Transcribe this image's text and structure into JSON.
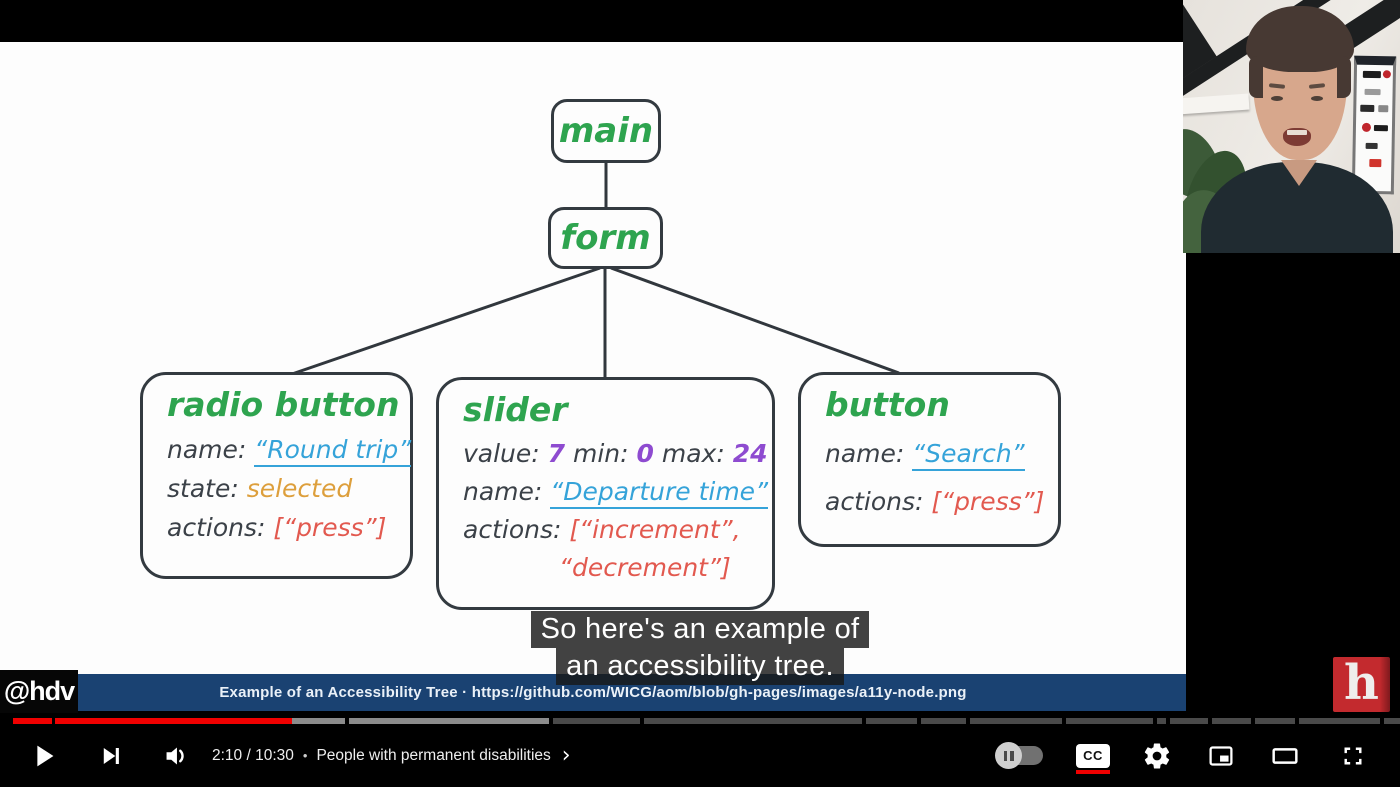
{
  "player": {
    "captions": [
      "So here's an example of",
      "an accessibility tree."
    ],
    "time_display": "2:10 / 10:30",
    "separator": "•",
    "chapter_title": "People with permanent disabilities",
    "chapter_chevron": "›",
    "cc_label": "CC",
    "progress": {
      "played_end": 292,
      "buffered_end": 549,
      "segments": [
        [
          13,
          52
        ],
        [
          55,
          345
        ],
        [
          349,
          549
        ],
        [
          553,
          640
        ],
        [
          644,
          862
        ],
        [
          866,
          917
        ],
        [
          921,
          966
        ],
        [
          970,
          1062
        ],
        [
          1066,
          1153
        ],
        [
          1157,
          1166
        ],
        [
          1170,
          1208
        ],
        [
          1212,
          1251
        ],
        [
          1255,
          1295
        ],
        [
          1299,
          1380
        ],
        [
          1384,
          1400
        ]
      ]
    }
  },
  "slide": {
    "watermark": "@hdv",
    "footer_text": "Example of an Accessibility Tree  ·  https://github.com/WICG/aom/blob/gh-pages/images/a11y-node.png",
    "tree": {
      "root": "main",
      "child": "form",
      "leaves": [
        {
          "title": "radio button",
          "lines": [
            [
              {
                "t": "name: ",
                "k": "label"
              },
              {
                "t": "“Round trip”",
                "k": "string",
                "u": true
              }
            ],
            [
              {
                "t": "state: ",
                "k": "label"
              },
              {
                "t": "selected",
                "k": "state"
              }
            ],
            [
              {
                "t": "actions: ",
                "k": "label"
              },
              {
                "t": "[“press”]",
                "k": "action"
              }
            ]
          ]
        },
        {
          "title": "slider",
          "lines": [
            [
              {
                "t": "value: ",
                "k": "label"
              },
              {
                "t": "7",
                "k": "number"
              },
              {
                "t": " min: ",
                "k": "label"
              },
              {
                "t": "0",
                "k": "number"
              },
              {
                "t": " max: ",
                "k": "label"
              },
              {
                "t": "24",
                "k": "number"
              }
            ],
            [
              {
                "t": "name: ",
                "k": "label"
              },
              {
                "t": "“Departure time”",
                "k": "string",
                "u": true
              }
            ],
            [
              {
                "t": "actions: ",
                "k": "label"
              },
              {
                "t": "[“increment”,",
                "k": "action"
              }
            ],
            [
              {
                "t": "“decrement”]",
                "k": "action",
                "indent": true
              }
            ]
          ]
        },
        {
          "title": "button",
          "lines": [
            [
              {
                "t": "name: ",
                "k": "label"
              },
              {
                "t": "“Search”",
                "k": "string",
                "u": true
              }
            ],
            [
              {
                "t": "actions: ",
                "k": "label"
              },
              {
                "t": "[“press”]",
                "k": "action"
              }
            ]
          ]
        }
      ]
    }
  },
  "logo": {
    "letter": "h"
  },
  "colors": {
    "accent_red": "#f00000",
    "green": "#2ea44f",
    "blue": "#35a3d9",
    "orange": "#dd9f3c",
    "salmon": "#e2594f",
    "purple": "#8e4bd0",
    "charcoal": "#3b4148",
    "info_bar_bg": "#1a4272",
    "logo_red": "#c32a2e"
  }
}
